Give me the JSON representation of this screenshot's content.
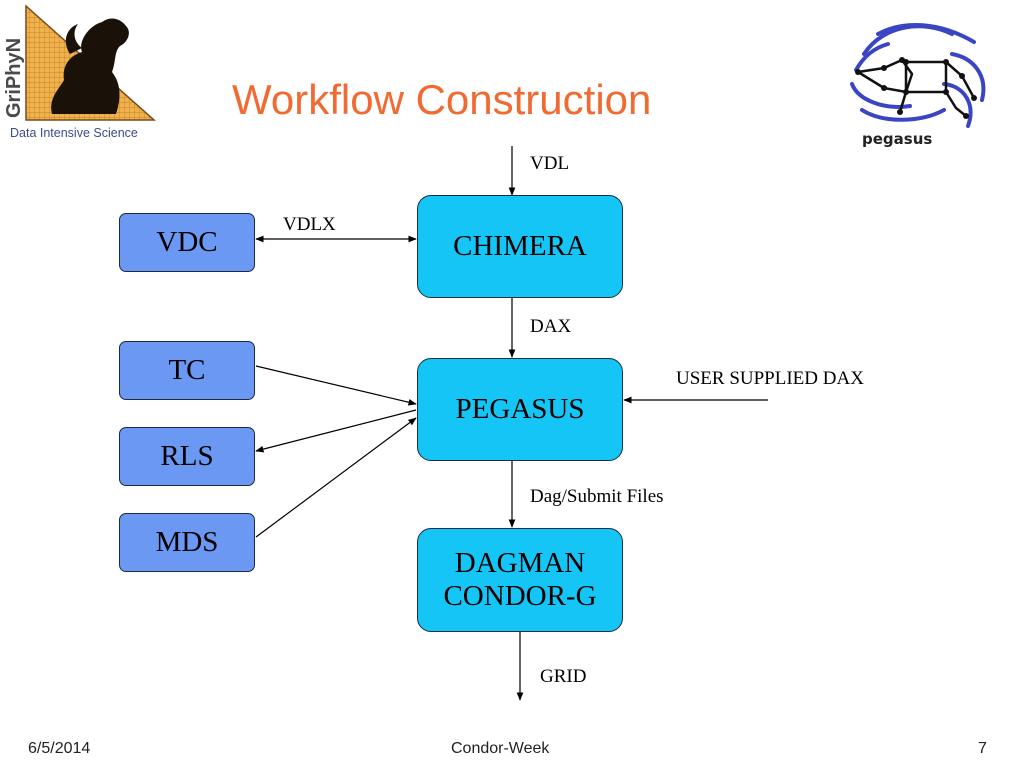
{
  "slide": {
    "title": "Workflow Construction",
    "logos": {
      "griphyn": {
        "name": "GriPhyN",
        "caption": "Data Intensive Science"
      },
      "pegasus": {
        "name": "pegasus"
      }
    }
  },
  "diagram": {
    "nodes": {
      "vdc": "VDC",
      "tc": "TC",
      "rls": "RLS",
      "mds": "MDS",
      "chimera": "CHIMERA",
      "pegasus": "PEGASUS",
      "dagman_line1": "DAGMAN",
      "dagman_line2": "CONDOR-G"
    },
    "edge_labels": {
      "vdl": "VDL",
      "vdlx": "VDLX",
      "dax": "DAX",
      "user_dax": "USER SUPPLIED DAX",
      "dag_submit": "Dag/Submit Files",
      "grid": "GRID"
    },
    "colors": {
      "title": "#f06a32",
      "side_box": "#6b98f2",
      "main_box": "#14c5f5"
    }
  },
  "footer": {
    "date": "6/5/2014",
    "center": "Condor-Week",
    "page": "7"
  }
}
